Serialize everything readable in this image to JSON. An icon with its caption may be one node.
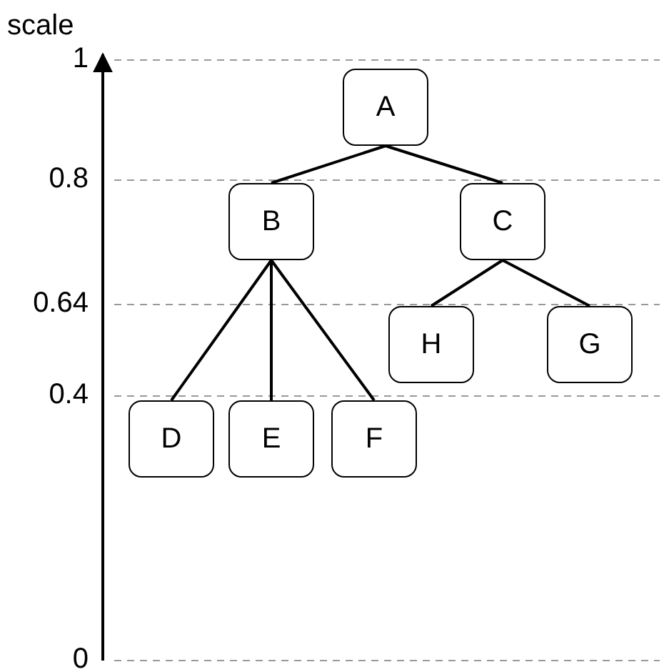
{
  "diagram": {
    "nodes": [
      {
        "text": [
          "A"
        ]
      },
      {
        "text": [
          "B"
        ]
      },
      {
        "text": [
          "C"
        ]
      },
      {
        "text": [
          "H"
        ]
      },
      {
        "text": [
          "G"
        ]
      },
      {
        "text": [
          "D"
        ]
      },
      {
        "text": [
          "E"
        ]
      },
      {
        "text": [
          "F"
        ]
      }
    ],
    "edges": [
      {
        "from": 0,
        "to": 1,
        "arrow": "none"
      },
      {
        "from": 0,
        "to": 2,
        "arrow": "none"
      },
      {
        "from": 1,
        "to": 5,
        "arrow": "none"
      },
      {
        "from": 1,
        "to": 6,
        "arrow": "none"
      },
      {
        "from": 1,
        "to": 7,
        "arrow": "none"
      },
      {
        "from": 2,
        "to": 3,
        "arrow": "none"
      },
      {
        "from": 2,
        "to": 4,
        "arrow": "none"
      }
    ],
    "labels": [
      "scale",
      "1",
      "0.8",
      "0.64",
      "0.4",
      "0"
    ]
  }
}
